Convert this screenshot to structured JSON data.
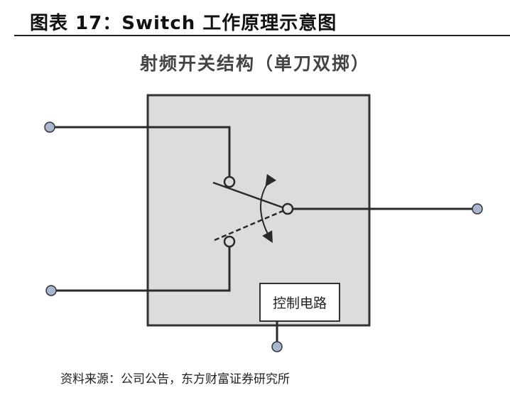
{
  "figure": {
    "title": "图表 17：Switch 工作原理示意图",
    "subtitle": "射频开关结构（单刀双掷）",
    "control_circuit_label": "控制电路",
    "source": "资料来源：公司公告，东方财富证券研究所"
  },
  "colors": {
    "box_fill": "#dcdcdc",
    "terminal_fill": "#a9b6d0",
    "line": "#2a2a2a"
  }
}
